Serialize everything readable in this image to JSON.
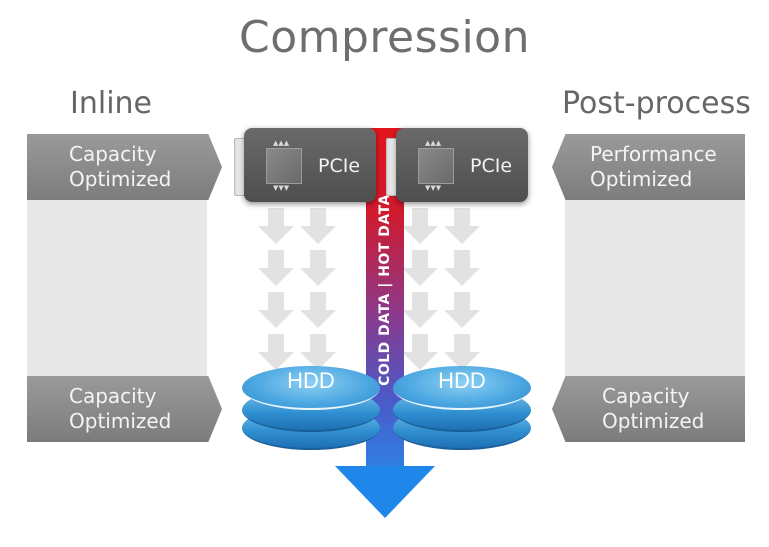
{
  "title": "Compression",
  "columns": {
    "left": {
      "heading": "Inline",
      "top_tag": [
        "Capacity",
        "Optimized"
      ],
      "bottom_tag": [
        "Capacity",
        "Optimized"
      ]
    },
    "right": {
      "heading": "Post-process",
      "top_tag": [
        "Performance",
        "Optimized"
      ],
      "bottom_tag": [
        "Capacity",
        "Optimized"
      ]
    }
  },
  "devices": {
    "pcie_label": "PCIe",
    "hdd_label": "HDD"
  },
  "flow": {
    "label": "COLD DATA  |  HOT DATA",
    "top_color": "#e3161d",
    "bottom_color": "#1f86ea"
  }
}
